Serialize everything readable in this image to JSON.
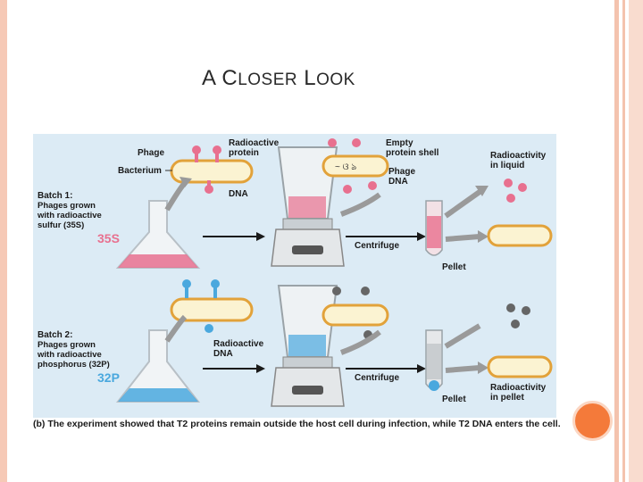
{
  "slide": {
    "title_first_cap": "A C",
    "title_rest_1": "LOSER",
    "title_space": " L",
    "title_rest_2": "OOK"
  },
  "diagram": {
    "labels": {
      "phage": "Phage",
      "bacterium": "Bacterium",
      "radioactive_protein_1": "Radioactive",
      "radioactive_protein_2": "protein",
      "dna": "DNA",
      "empty_shell_1": "Empty",
      "empty_shell_2": "protein shell",
      "phage_dna_1": "Phage",
      "phage_dna_2": "DNA",
      "radio_liquid_1": "Radioactivity",
      "radio_liquid_2": "in liquid",
      "batch1_1": "Batch 1:",
      "batch1_2": "Phages grown",
      "batch1_3": "with radioactive",
      "batch1_4": "sulfur (35S)",
      "sulfur_symbol": "35S",
      "centrifuge_1": "Centrifuge",
      "pellet_1": "Pellet",
      "batch2_1": "Batch 2:",
      "batch2_2": "Phages grown",
      "batch2_3": "with radioactive",
      "batch2_4": "phosphorus (32P)",
      "phosphorus_symbol": "32P",
      "radioactive_dna_1": "Radioactive",
      "radioactive_dna_2": "DNA",
      "centrifuge_2": "Centrifuge",
      "pellet_2": "Pellet",
      "radio_pellet_1": "Radioactivity",
      "radio_pellet_2": "in pellet"
    },
    "caption": "(b) The experiment showed that T2 proteins remain outside the host cell during infection, while T2 DNA enters the cell."
  },
  "colors": {
    "figure_bg": "#dcebf5",
    "pink": "#e8708f",
    "blue": "#4aa8de",
    "bacterium_fill": "#fbf3d2",
    "bacterium_stroke": "#e2a23a",
    "arrow": "#9a9a9a",
    "accent_dot": "#f47a3a"
  }
}
